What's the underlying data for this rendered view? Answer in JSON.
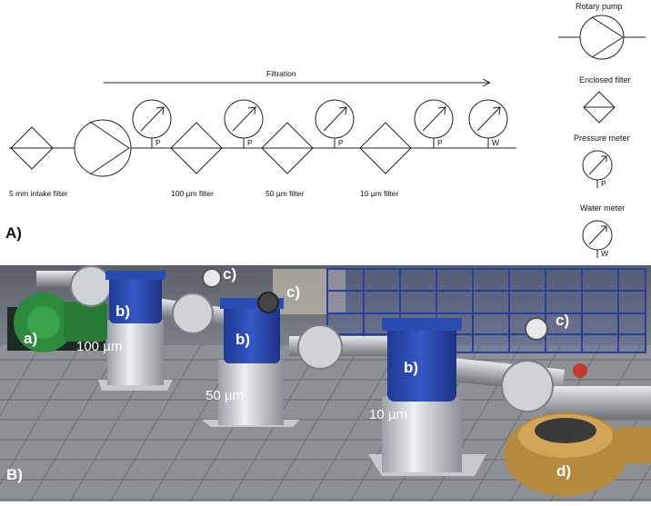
{
  "diagram": {
    "panel_label": "A)",
    "flow_label": "Filtration",
    "labels": {
      "intake": "5 mm intake filter",
      "f100": "100 µm filter",
      "f50": "50 µm filter",
      "f10": "10 µm filter"
    },
    "meter_p": "P",
    "meter_w": "W"
  },
  "legend": {
    "rotary_pump": "Rotary pump",
    "enclosed_filter": "Enclosed filter",
    "pressure_meter": "Pressure meter",
    "water_meter": "Water meter",
    "p": "P",
    "w": "W"
  },
  "photo": {
    "panel_label": "B)",
    "tags": {
      "a": "a)",
      "b": "b)",
      "c": "c)",
      "d": "d)"
    },
    "sizes": {
      "s100": "100 µm",
      "s50": "50 µm",
      "s10": "10 µm"
    },
    "colors": {
      "housing": "#2a4bb0",
      "pump": "#2e8b3e",
      "brass": "#b58a3c",
      "steel": "#c9ccd0"
    }
  }
}
